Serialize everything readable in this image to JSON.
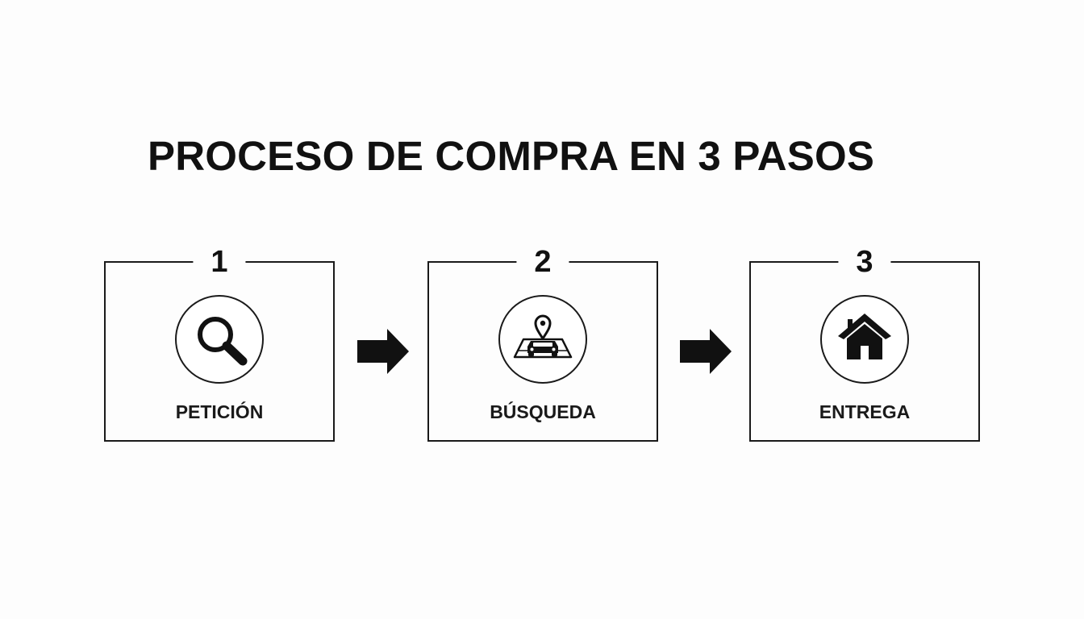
{
  "title": "PROCESO DE COMPRA EN 3 PASOS",
  "steps": [
    {
      "number": "1",
      "label": "PETICIÓN",
      "icon": "magnifying-glass-icon"
    },
    {
      "number": "2",
      "label": "BÚSQUEDA",
      "icon": "map-pin-car-icon"
    },
    {
      "number": "3",
      "label": "ENTREGA",
      "icon": "house-icon"
    }
  ],
  "connectors": [
    "arrow-right-icon",
    "arrow-right-icon"
  ],
  "colors": {
    "ink": "#111111",
    "background": "#fdfdfd"
  }
}
